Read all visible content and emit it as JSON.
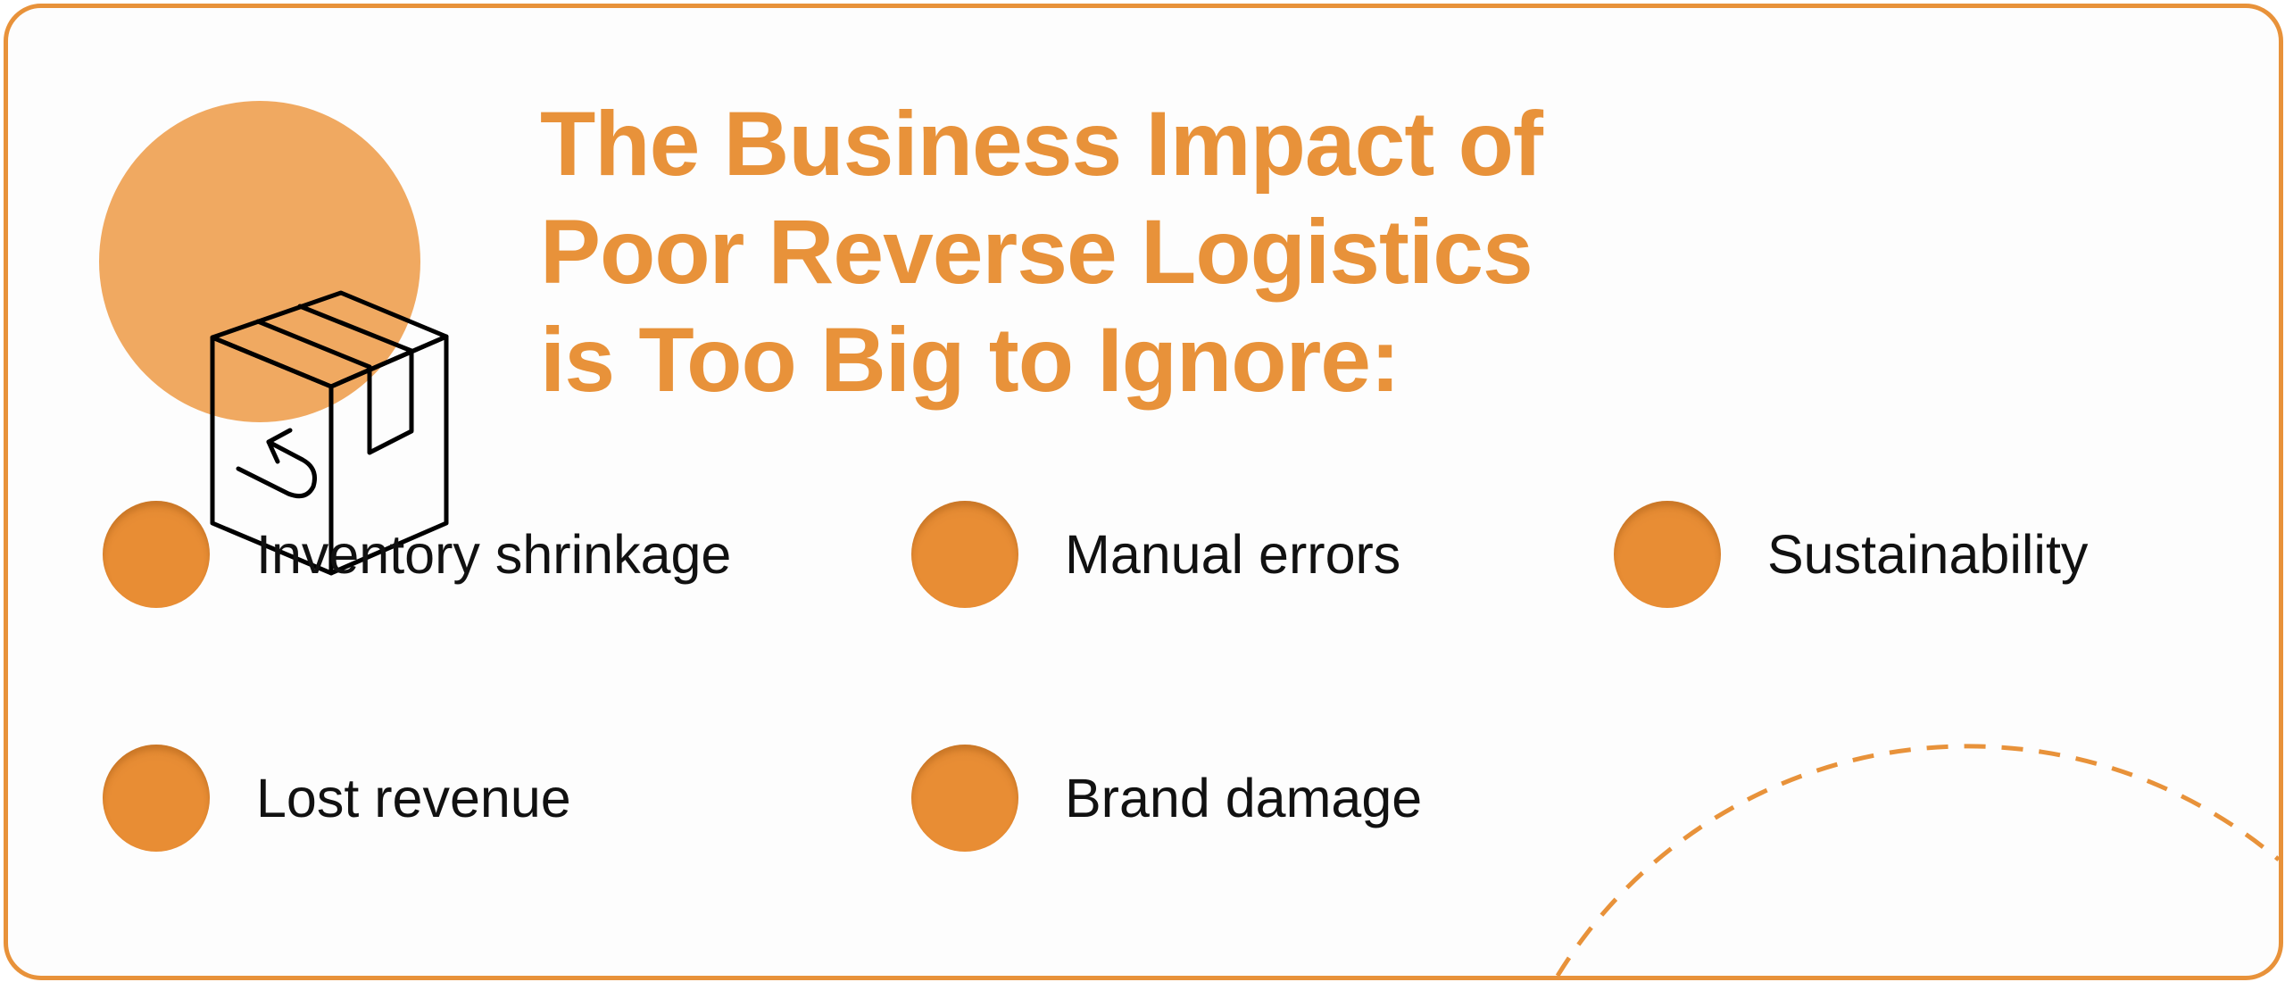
{
  "title": {
    "lines": [
      "The Business Impact of",
      "Poor Reverse Logistics",
      "is Too Big to Ignore:"
    ]
  },
  "icon": "return-box-icon",
  "items": [
    {
      "label": "Inventory shrinkage"
    },
    {
      "label": "Manual errors"
    },
    {
      "label": "Sustainability"
    },
    {
      "label": "Lost revenue"
    },
    {
      "label": "Brand damage"
    }
  ],
  "colors": {
    "accent": "#E8923A",
    "circle": "#F0A961",
    "bullet": "#E88D34"
  }
}
